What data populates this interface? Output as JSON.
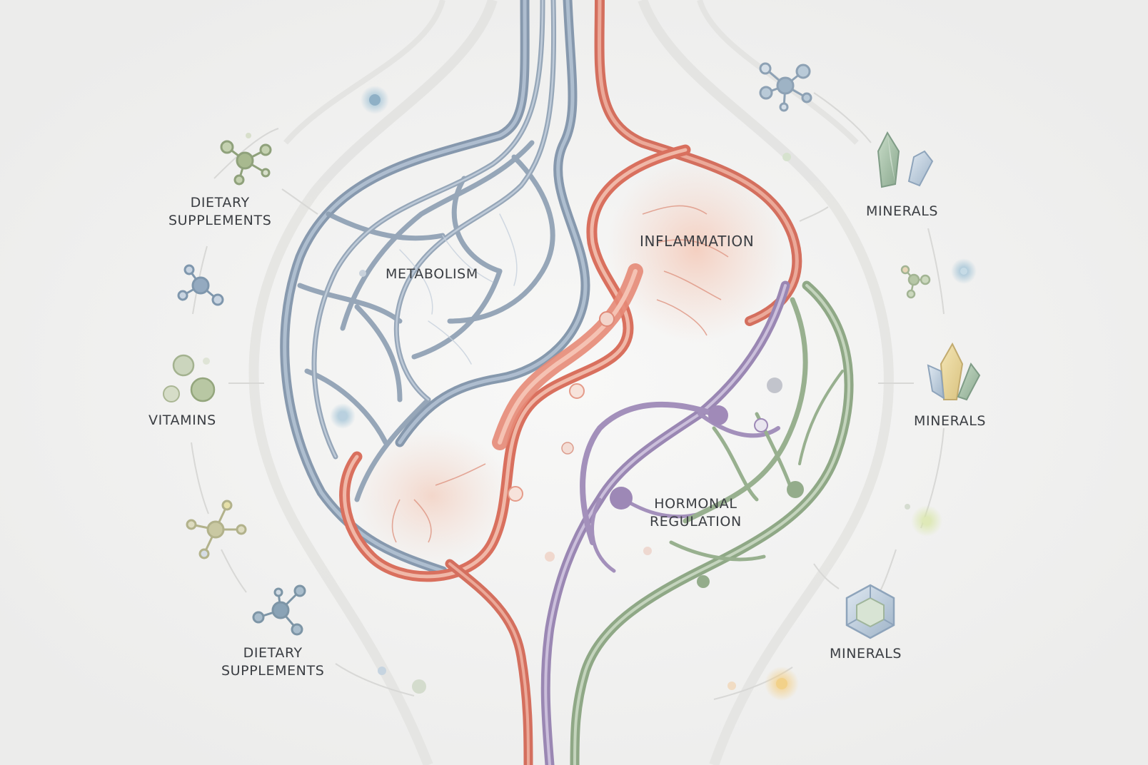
{
  "diagram": {
    "center": {
      "metabolism": "METABOLISM",
      "inflammation": "INFLAMMATION",
      "hormonal_line1": "HORMONAL",
      "hormonal_line2": "REGULATION"
    },
    "left": {
      "dietary_top_line1": "DIETARY",
      "dietary_top_line2": "SUPPLEMENTS",
      "vitamins": "VITAMINS",
      "dietary_bottom_line1": "DIETARY",
      "dietary_bottom_line2": "SUPPLEMENTS"
    },
    "right": {
      "minerals_top": "MINERALS",
      "minerals_middle": "MINERALS",
      "minerals_bottom": "MINERALS"
    },
    "icons": [
      "molecule-icon",
      "vitamin-bubbles-icon",
      "crystal-icon",
      "gem-icon"
    ],
    "colors": {
      "background": "#f1f1f0",
      "metabolism": "#7b8fa6",
      "inflammation": "#d9705e",
      "hormonal": "#9a87b3",
      "green_pathway": "#8fa886",
      "text": "#3a3d42"
    }
  }
}
